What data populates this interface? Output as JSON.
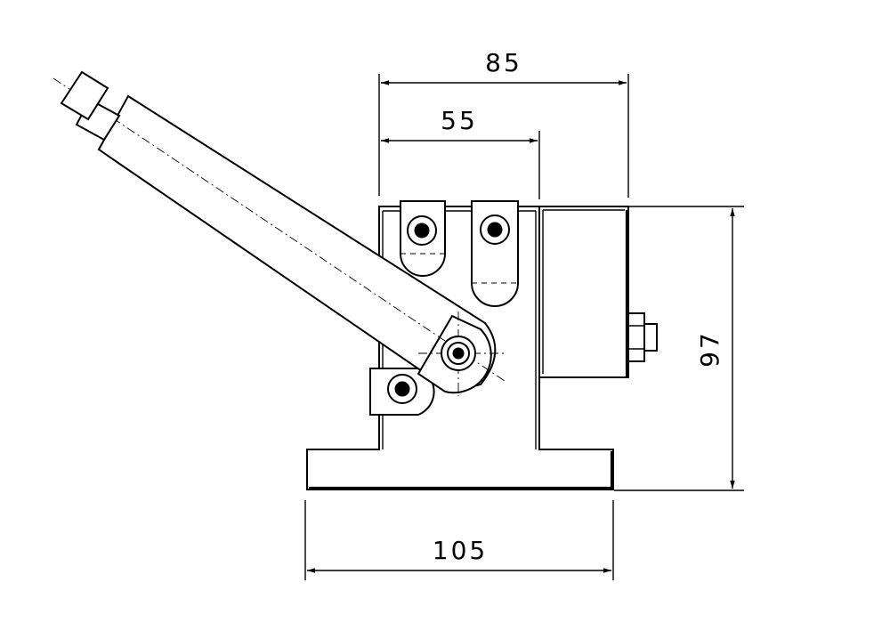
{
  "dimensions": {
    "top_overall": "85",
    "top_inner": "55",
    "height": "97",
    "base_width": "105"
  }
}
